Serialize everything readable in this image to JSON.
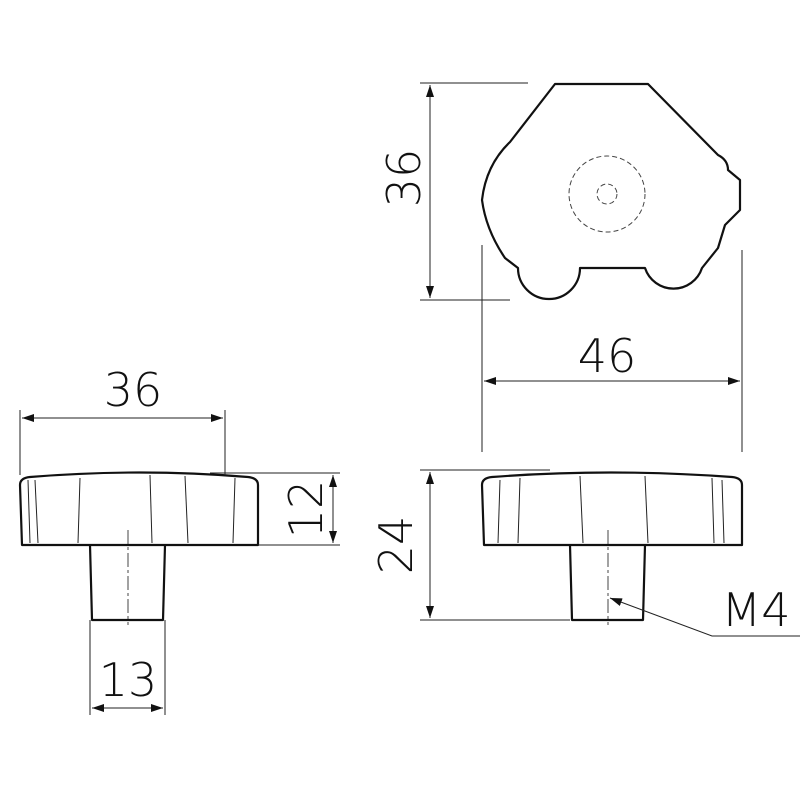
{
  "title": "Star knob technical drawing",
  "dimensions": {
    "top_height": "36",
    "top_width": "46",
    "side_diameter": "36",
    "head_height": "12",
    "stem_diameter": "13",
    "total_height": "24",
    "thread": "M4"
  }
}
